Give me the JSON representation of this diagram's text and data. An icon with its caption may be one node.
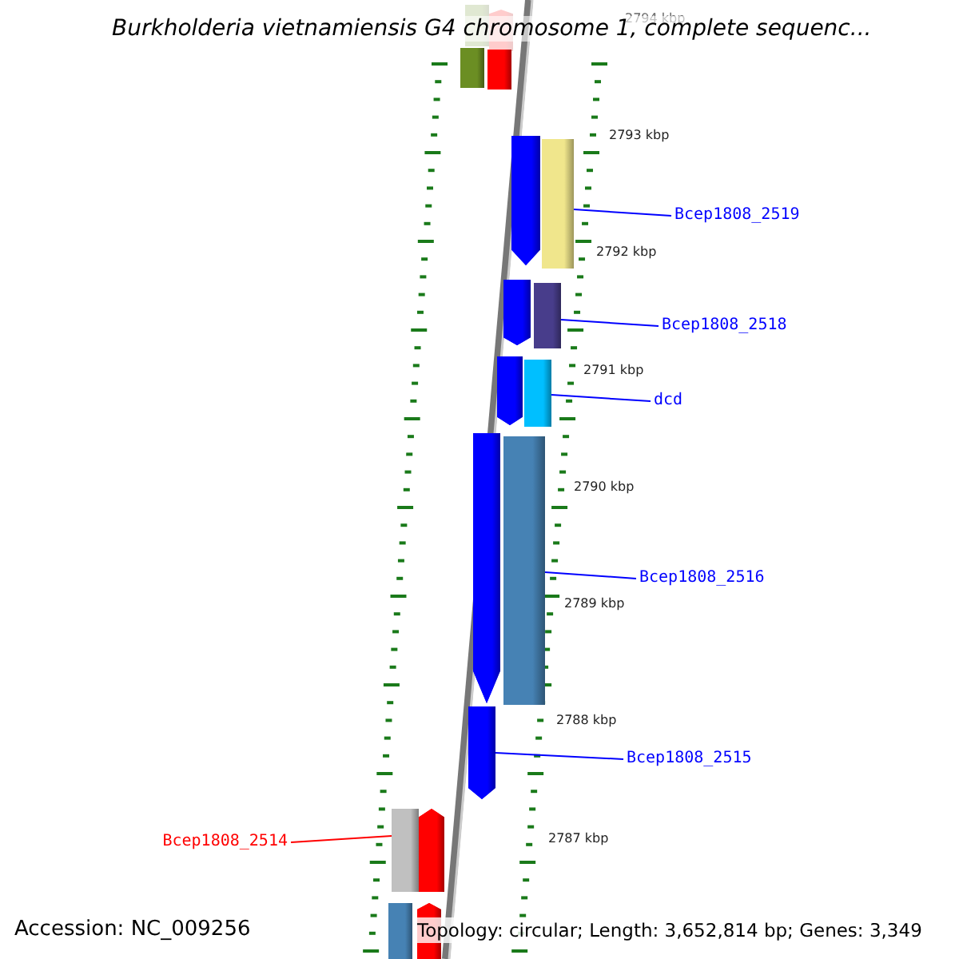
{
  "diagram": {
    "title": "Burkholderia vietnamiensis G4 chromosome 1, complete sequenc...",
    "nodes": [
      {
        "text": [
          "Bcep1808_2519"
        ]
      },
      {
        "text": [],
        "shape": "bar"
      },
      {
        "text": [
          "Bcep1808_2518"
        ]
      },
      {
        "text": [],
        "shape": "bar"
      },
      {
        "text": [
          "dcd"
        ]
      },
      {
        "text": [],
        "shape": "bar"
      },
      {
        "text": [
          "Bcep1808_2516"
        ]
      },
      {
        "text": [],
        "shape": "bar"
      },
      {
        "text": [
          "Bcep1808_2515"
        ]
      },
      {
        "text": [],
        "shape": "arrow"
      },
      {
        "text": [
          "Bcep1808_2514"
        ]
      },
      {
        "text": [],
        "shape": "bar"
      },
      {
        "text": [],
        "shape": "bar"
      },
      {
        "text": [],
        "shape": "arrow"
      },
      {
        "text": [],
        "shape": "bar"
      },
      {
        "text": [],
        "shape": "bar"
      },
      {
        "text": [],
        "shape": "arrow"
      },
      {
        "text": [],
        "shape": "arrow"
      },
      {
        "text": [],
        "shape": "arrow"
      },
      {
        "text": [],
        "shape": "arrow"
      },
      {
        "text": [],
        "shape": "arrow"
      },
      {
        "text": [],
        "shape": "bar"
      },
      {
        "text": [],
        "shape": "arrow"
      }
    ],
    "edges": [
      {
        "from": 0,
        "to": 1,
        "arrow": "none"
      },
      {
        "from": 2,
        "to": 3,
        "arrow": "none"
      },
      {
        "from": 4,
        "to": 5,
        "arrow": "none"
      },
      {
        "from": 6,
        "to": 7,
        "arrow": "none"
      },
      {
        "from": 8,
        "to": 9,
        "arrow": "none"
      },
      {
        "from": 10,
        "to": 11,
        "arrow": "none",
        "color": "#ff0000"
      }
    ],
    "labels": [
      "2794 kbp",
      "2793 kbp",
      "2792 kbp",
      "2791 kbp",
      "2790 kbp",
      "2789 kbp",
      "2788 kbp",
      "2787 kbp",
      "Accession: NC_009256",
      "Topology: circular; Length: 3,652,814 bp; Genes: 3,349"
    ]
  }
}
